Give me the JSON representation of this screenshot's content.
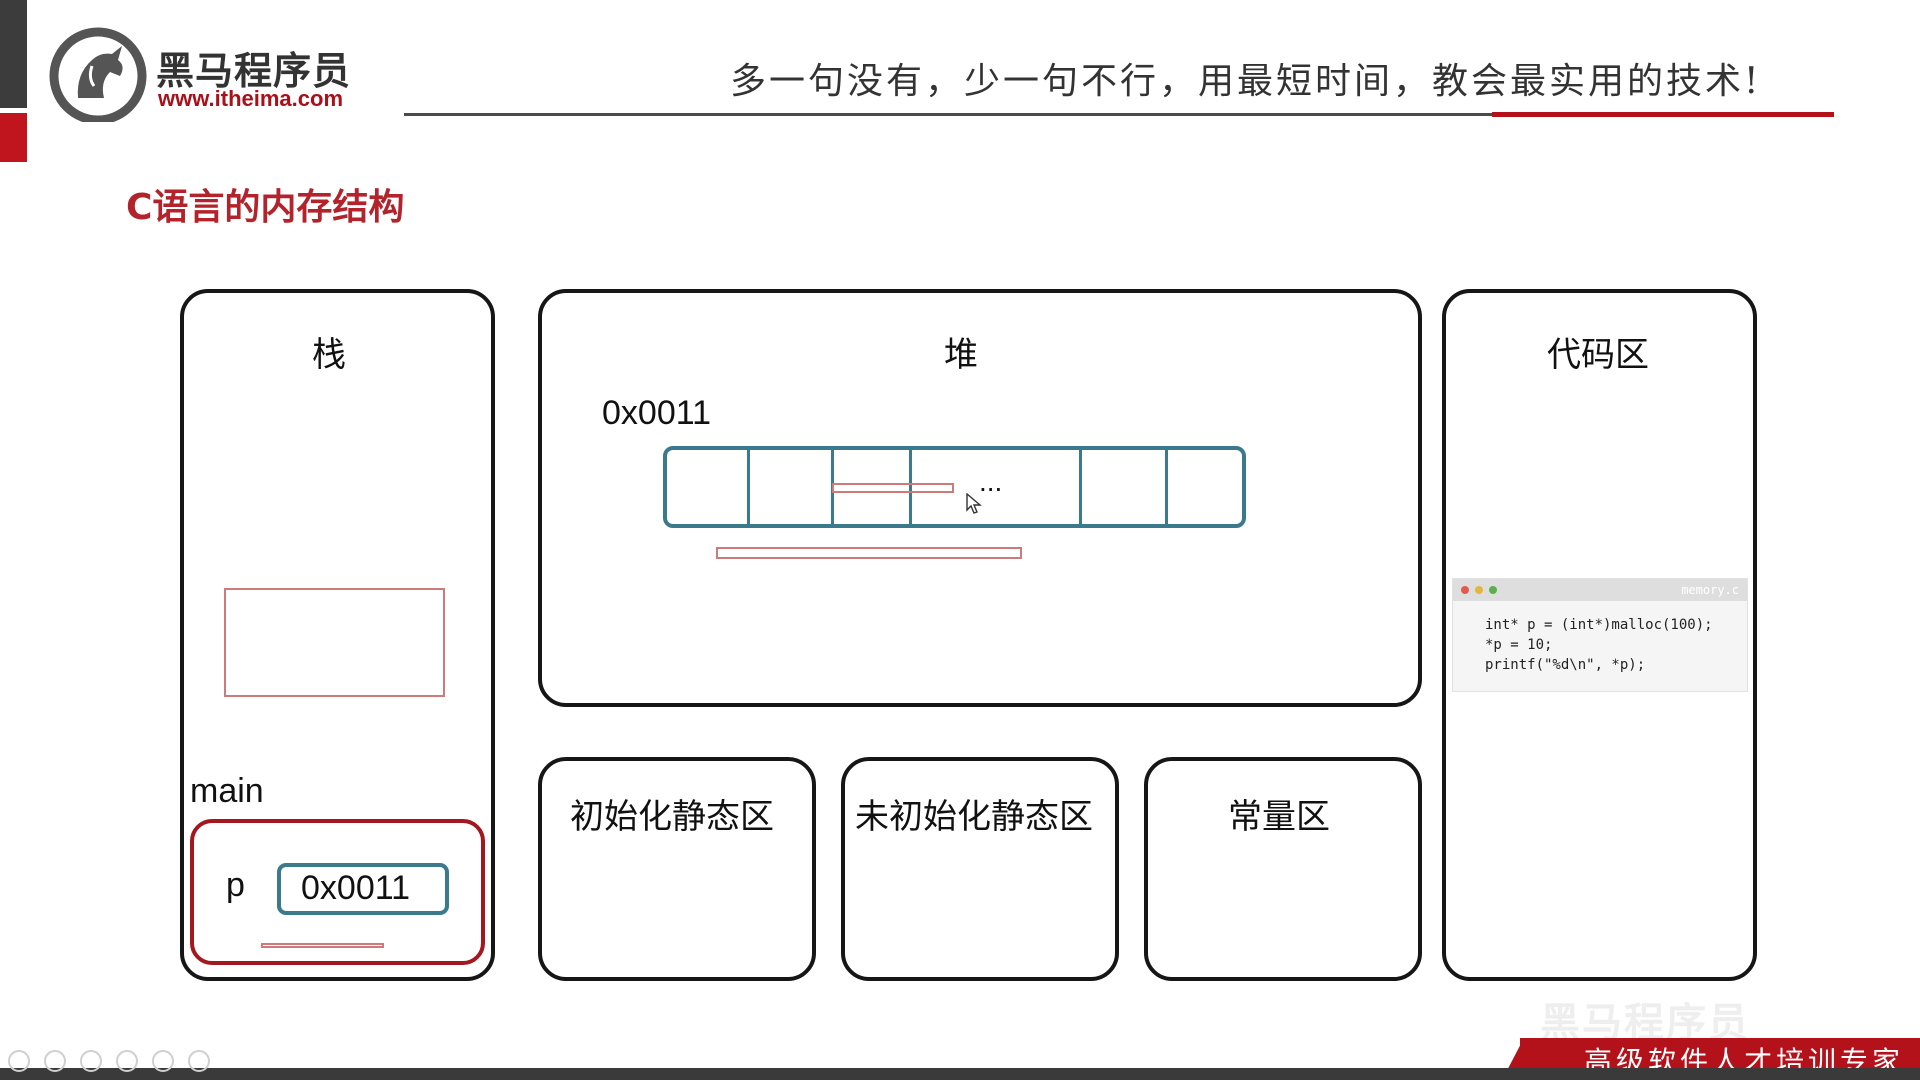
{
  "header": {
    "logo_name": "黑马程序员",
    "logo_url": "www.itheima.com",
    "slogan": "多一句没有，少一句不行，用最短时间，教会最实用的技术!"
  },
  "page_title": "C语言的内存结构",
  "regions": {
    "stack": {
      "label": "栈",
      "frame_label": "main",
      "var_name": "p",
      "var_value": "0x0011"
    },
    "heap": {
      "label": "堆",
      "address": "0x0011",
      "ellipsis": "..."
    },
    "code": {
      "label": "代码区",
      "file_name": "memory.c",
      "lines": [
        "int* p = (int*)malloc(100);",
        "*p = 10;",
        "printf(\"%d\\n\", *p);"
      ]
    },
    "init_static": {
      "label": "初始化静态区"
    },
    "uninit_static": {
      "label": "未初始化静态区"
    },
    "constant": {
      "label": "常量区"
    }
  },
  "footer": {
    "tagline": "高级软件人才培训专家",
    "watermark": "黑马程序员"
  },
  "colors": {
    "accent_red": "#b3121b",
    "title_red": "#b3232b",
    "teal": "#3b7a8c",
    "annotation_pink": "#cf7a7a",
    "dark": "#161616"
  }
}
